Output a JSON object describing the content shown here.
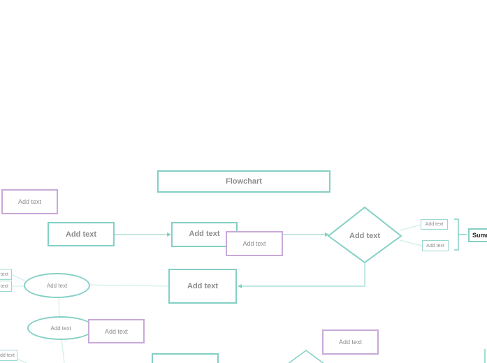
{
  "colors": {
    "teal": "#84d0c5",
    "purple": "#c8a9d8",
    "text": "#8c8c8c",
    "summary_text": "#222222"
  },
  "title": "Flowchart",
  "add_text": "Add text",
  "summary": "Summ"
}
